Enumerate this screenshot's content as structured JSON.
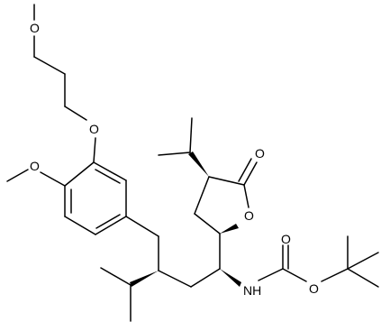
{
  "atom_labels": {
    "methoxy_o_top": "O",
    "aryl_ether_o": "O",
    "methoxy_o_ring": "O",
    "lactone_carbonyl_o": "O",
    "lactone_ring_o": "O",
    "carbamate_carbonyl_o": "O",
    "carbamate_ester_o": "O",
    "nh": "NH"
  }
}
